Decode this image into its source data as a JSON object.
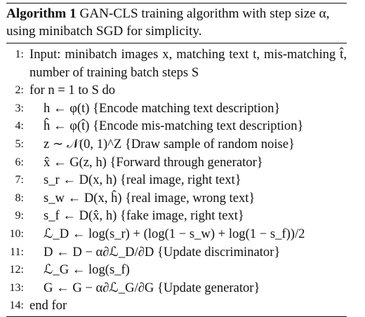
{
  "algorithm": {
    "label": "Algorithm 1",
    "caption": "GAN-CLS training algorithm with step size α, using minibatch SGD for simplicity.",
    "lines": [
      {
        "num": "1:",
        "text": "Input: minibatch images x, matching text t, mis-matching t̂, number of training batch steps S"
      },
      {
        "num": "2:",
        "text": "for n = 1 to S do"
      },
      {
        "num": "3:",
        "text": "h ← φ(t) {Encode matching text description}"
      },
      {
        "num": "4:",
        "text": "ĥ ← φ(t̂) {Encode mis-matching text description}"
      },
      {
        "num": "5:",
        "text": "z ∼ 𝒩(0, 1)^Z {Draw sample of random noise}"
      },
      {
        "num": "6:",
        "text": "x̂ ← G(z, h) {Forward through generator}"
      },
      {
        "num": "7:",
        "text": "s_r ← D(x, h) {real image, right text}"
      },
      {
        "num": "8:",
        "text": "s_w ← D(x, ĥ) {real image, wrong text}"
      },
      {
        "num": "9:",
        "text": "s_f ← D(x̂, h) {fake image, right text}"
      },
      {
        "num": "10:",
        "text": "ℒ_D ← log(s_r) + (log(1 − s_w) + log(1 − s_f))/2"
      },
      {
        "num": "11:",
        "text": "D ← D − α∂ℒ_D/∂D {Update discriminator}"
      },
      {
        "num": "12:",
        "text": "ℒ_G ← log(s_f)"
      },
      {
        "num": "13:",
        "text": "G ← G − α∂ℒ_G/∂G {Update generator}"
      },
      {
        "num": "14:",
        "text": "end for"
      }
    ]
  }
}
